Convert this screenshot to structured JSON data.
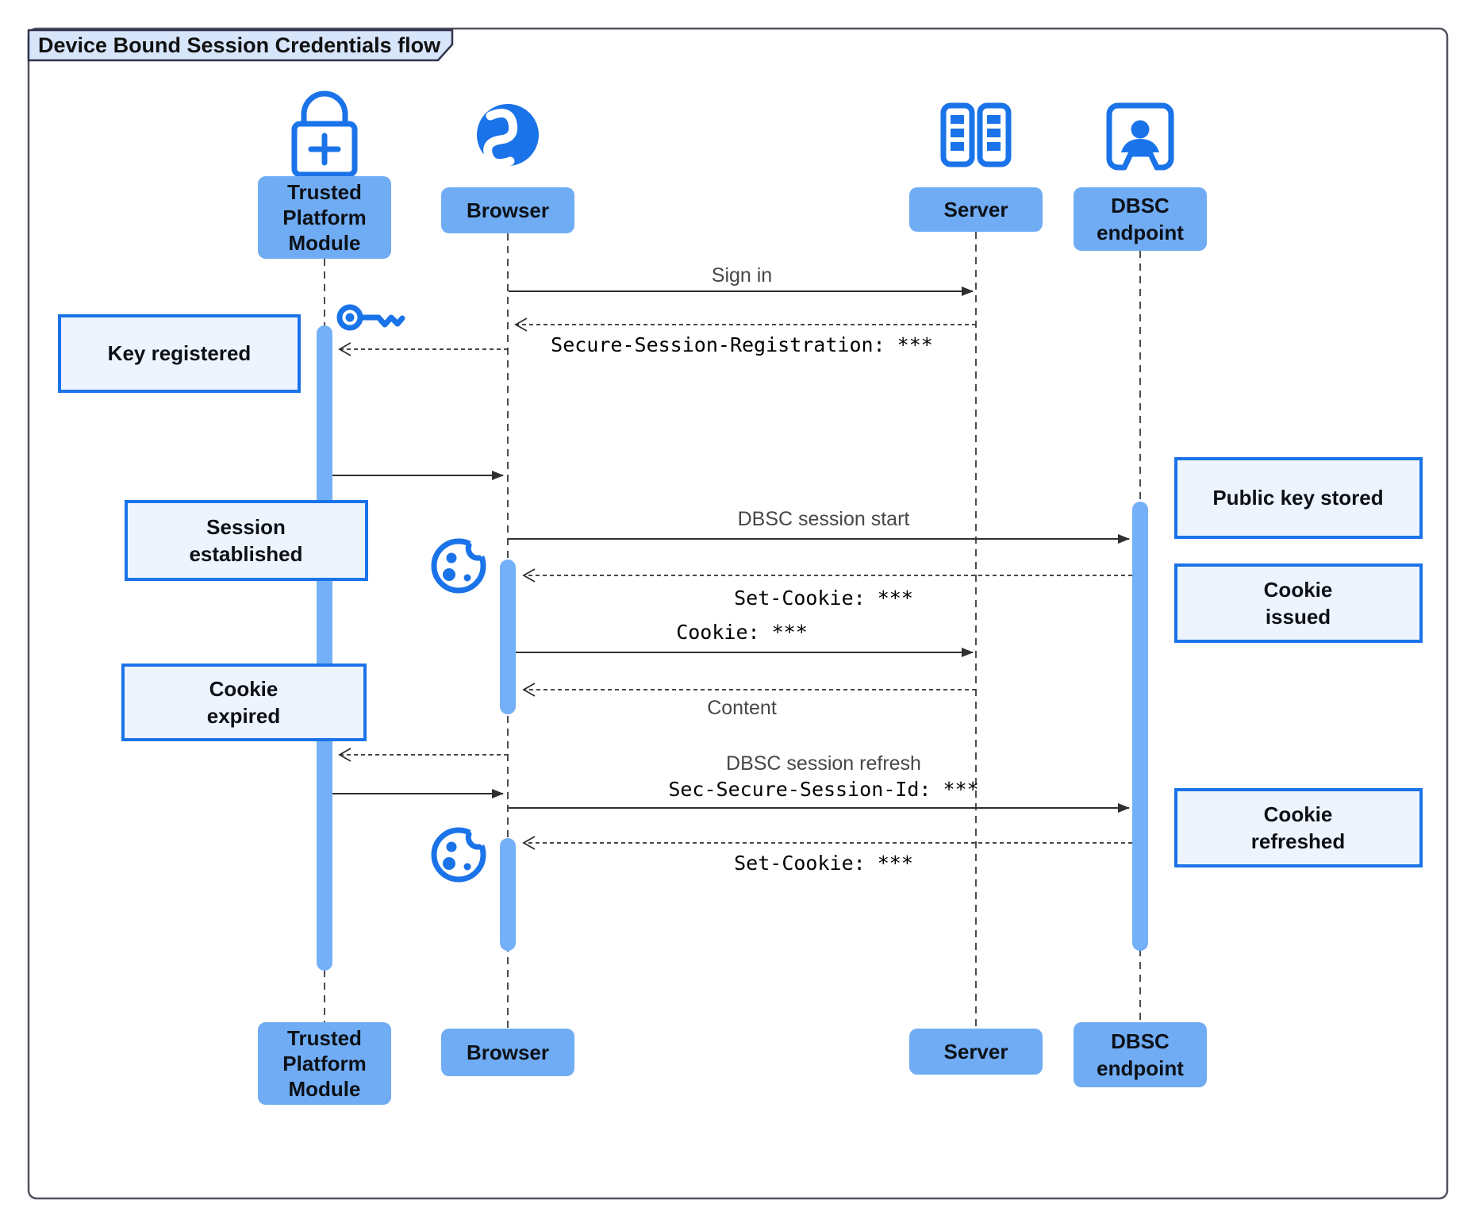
{
  "title": "Device Bound Session Credentials flow",
  "colors": {
    "accent": "#1a73e8",
    "actor_fill": "#70acf4",
    "activation_fill": "#74b0f7",
    "note_fill": "#eef4fd",
    "note_border": "#1a73e8",
    "title_fill": "#d7e5fb",
    "frame_border": "#52525e"
  },
  "actors": {
    "tpm": {
      "lines": [
        "Trusted",
        "Platform",
        "Module"
      ]
    },
    "browser": {
      "label": "Browser"
    },
    "server": {
      "label": "Server"
    },
    "dbsc": {
      "lines": [
        "DBSC",
        "endpoint"
      ]
    }
  },
  "messages": {
    "sign_in": "Sign in",
    "secure_session_registration": "Secure-Session-Registration: ***",
    "dbsc_session_start": "DBSC session start",
    "set_cookie_1": "Set-Cookie: ***",
    "cookie": "Cookie: ***",
    "content": "Content",
    "dbsc_session_refresh": "DBSC session refresh",
    "sec_secure_session_id": "Sec-Secure-Session-Id: ***",
    "set_cookie_2": "Set-Cookie: ***"
  },
  "notes": {
    "key_registered": "Key registered",
    "session_established": {
      "lines": [
        "Session",
        "established"
      ]
    },
    "cookie_expired": {
      "lines": [
        "Cookie",
        "expired"
      ]
    },
    "public_key_stored": "Public key stored",
    "cookie_issued": {
      "lines": [
        "Cookie",
        "issued"
      ]
    },
    "cookie_refreshed": {
      "lines": [
        "Cookie",
        "refreshed"
      ]
    }
  }
}
